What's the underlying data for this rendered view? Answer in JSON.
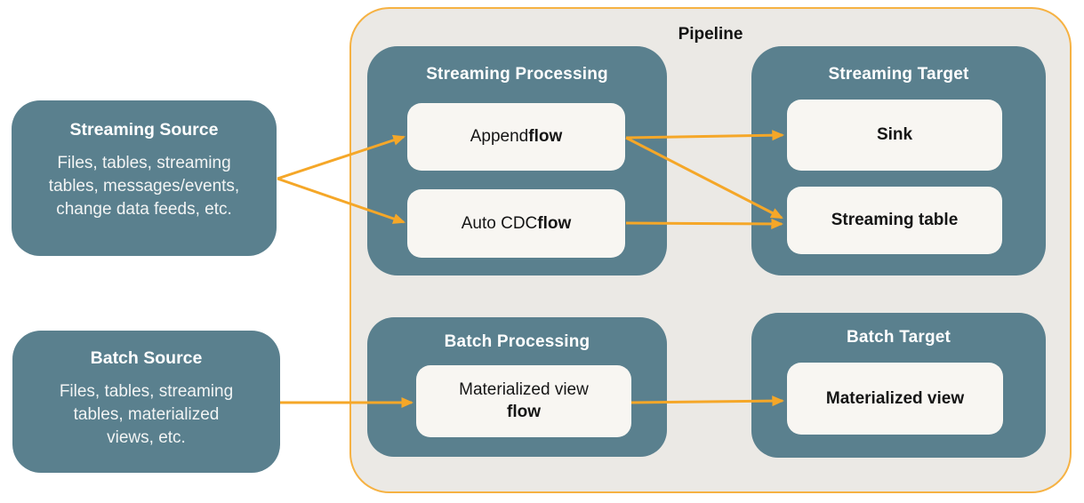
{
  "diagram": {
    "pipeline_label": "Pipeline",
    "colors": {
      "teal": "#5A808E",
      "arrow_orange": "#F5A728",
      "pipeline_border": "#F6B243",
      "pipeline_fill": "#EBE9E5",
      "card_fill": "#F8F6F2",
      "text_dark": "#151515",
      "text_light": "#FFFFFF"
    },
    "sources": [
      {
        "id": "streaming-source",
        "title": "Streaming Source",
        "body": "Files, tables, streaming\ntables, messages/events,\nchange data feeds, etc."
      },
      {
        "id": "batch-source",
        "title": "Batch Source",
        "body": "Files, tables, streaming\ntables, materialized\nviews, etc."
      }
    ],
    "groups": [
      {
        "id": "streaming-processing",
        "title": "Streaming Processing",
        "nodes": [
          {
            "id": "append-flow",
            "text_normal": "Append ",
            "text_bold": "flow"
          },
          {
            "id": "auto-cdc-flow",
            "text_normal": "Auto CDC ",
            "text_bold": "flow"
          }
        ]
      },
      {
        "id": "streaming-target",
        "title": "Streaming Target",
        "nodes": [
          {
            "id": "sink",
            "text_bold": "Sink"
          },
          {
            "id": "streaming-table",
            "text_bold": "Streaming table"
          }
        ]
      },
      {
        "id": "batch-processing",
        "title": "Batch Processing",
        "nodes": [
          {
            "id": "mv-flow",
            "text_normal": "Materialized view",
            "text_bold": "flow"
          }
        ]
      },
      {
        "id": "batch-target",
        "title": "Batch Target",
        "nodes": [
          {
            "id": "materialized-view",
            "text_bold": "Materialized view"
          }
        ]
      }
    ],
    "edges": [
      {
        "from": "streaming-source",
        "to": "append-flow"
      },
      {
        "from": "streaming-source",
        "to": "auto-cdc-flow"
      },
      {
        "from": "append-flow",
        "to": "sink"
      },
      {
        "from": "append-flow",
        "to": "streaming-table"
      },
      {
        "from": "auto-cdc-flow",
        "to": "streaming-table"
      },
      {
        "from": "batch-source",
        "to": "mv-flow"
      },
      {
        "from": "mv-flow",
        "to": "materialized-view"
      }
    ]
  }
}
